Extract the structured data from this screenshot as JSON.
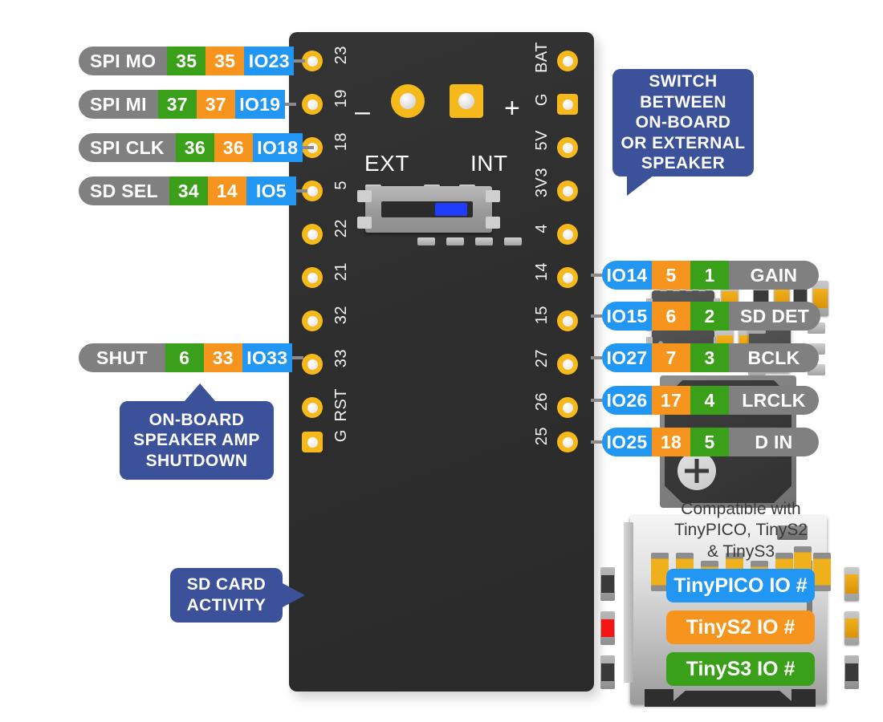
{
  "board": {
    "silk": {
      "ext": "EXT",
      "int": "INT",
      "minus": "–",
      "plus": "+"
    },
    "left_pins": [
      "23",
      "19",
      "18",
      "5",
      "22",
      "21",
      "32",
      "33",
      "RST",
      "G"
    ],
    "right_pins": [
      "BAT",
      "G",
      "5V",
      "3V3",
      "4",
      "14",
      "15",
      "27",
      "26",
      "25"
    ]
  },
  "left_labels": [
    {
      "name": "SPI MO",
      "s3": "35",
      "s2": "35",
      "pico": "IO23"
    },
    {
      "name": "SPI MI",
      "s3": "37",
      "s2": "37",
      "pico": "IO19"
    },
    {
      "name": "SPI CLK",
      "s3": "36",
      "s2": "36",
      "pico": "IO18"
    },
    {
      "name": "SD SEL",
      "s3": "34",
      "s2": "14",
      "pico": "IO5"
    },
    {
      "name": "SHUT",
      "s3": "6",
      "s2": "33",
      "pico": "IO33"
    }
  ],
  "right_labels": [
    {
      "pico": "IO14",
      "s2": "5",
      "s3": "1",
      "name": "GAIN"
    },
    {
      "pico": "IO15",
      "s2": "6",
      "s3": "2",
      "name": "SD DET"
    },
    {
      "pico": "IO27",
      "s2": "7",
      "s3": "3",
      "name": "BCLK"
    },
    {
      "pico": "IO26",
      "s2": "17",
      "s3": "4",
      "name": "LRCLK"
    },
    {
      "pico": "IO25",
      "s2": "18",
      "s3": "5",
      "name": "D IN"
    }
  ],
  "callouts": {
    "switch": "SWITCH\nBETWEEN\nON-BOARD\nOR EXTERNAL\nSPEAKER",
    "shutdown": "ON-BOARD\nSPEAKER AMP\nSHUTDOWN",
    "sd": "SD CARD\nACTIVITY"
  },
  "legend": {
    "note": "Compatible with\nTinyPICO, TinyS2\n& TinyS3",
    "items": [
      {
        "label": "TinyPICO IO #",
        "color": "#2196f3"
      },
      {
        "label": "TinyS2 IO #",
        "color": "#f7941d"
      },
      {
        "label": "TinyS3 IO #",
        "color": "#3aa019"
      }
    ]
  },
  "colors": {
    "pico": "#2196f3",
    "s2": "#f7941d",
    "s3": "#3aa019",
    "name": "#808080",
    "callout": "#3b5199",
    "pcb": "#2e2e2e",
    "pad": "#f6b91b",
    "led": "#f51414"
  }
}
